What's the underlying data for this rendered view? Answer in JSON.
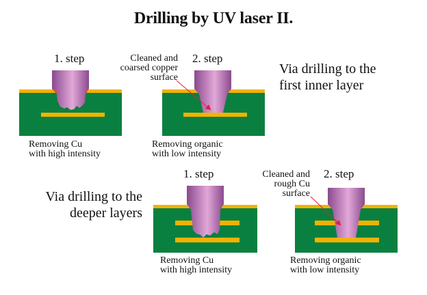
{
  "title": "Drilling by UV laser II.",
  "colors": {
    "board": "#0a8040",
    "copper": "#f2b200",
    "laser_dark": "#8a4a8e",
    "laser_light": "#e2a8d8",
    "arrow": "#e0203a"
  },
  "section_first_layer": {
    "label_line1": "Via drilling to the",
    "label_line2": "first inner layer",
    "step1": {
      "label": "1. step",
      "caption_line1": "Removing Cu",
      "caption_line2": "with high intensity"
    },
    "step2": {
      "label": "2. step",
      "callout_line1": "Cleaned and",
      "callout_line2": "coarsed copper",
      "callout_line3": "surface",
      "caption_line1": "Removing organic",
      "caption_line2": "with low intensity"
    }
  },
  "section_deeper_layers": {
    "label_line1": "Via drilling to the",
    "label_line2": "deeper layers",
    "step1": {
      "label": "1. step",
      "caption_line1": "Removing Cu",
      "caption_line2": "with high intensity"
    },
    "step2": {
      "label": "2. step",
      "callout_line1": "Cleaned and",
      "callout_line2": "rough Cu",
      "callout_line3": "surface",
      "caption_line1": "Removing organic",
      "caption_line2": "with low intensity"
    }
  }
}
